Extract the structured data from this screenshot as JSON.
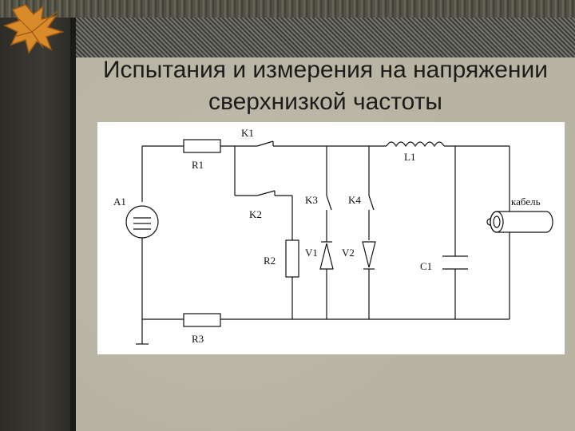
{
  "slide": {
    "title_line1": "Испытания и измерения на напряжении",
    "title_line2": "сверхнизкой частоты"
  },
  "diagram": {
    "labels": {
      "a1": "A1",
      "r1": "R1",
      "r2": "R2",
      "r3": "R3",
      "k1": "K1",
      "k2": "K2",
      "k3": "K3",
      "k4": "K4",
      "v1": "V1",
      "v2": "V2",
      "l1": "L1",
      "c1": "C1",
      "cable": "кабель"
    }
  },
  "colors": {
    "title": "#1c1c1a",
    "slide_bg": "#b8b4a3",
    "diagram_bg": "#ffffff",
    "wire": "#111111",
    "leaf": "#d98a2b"
  }
}
